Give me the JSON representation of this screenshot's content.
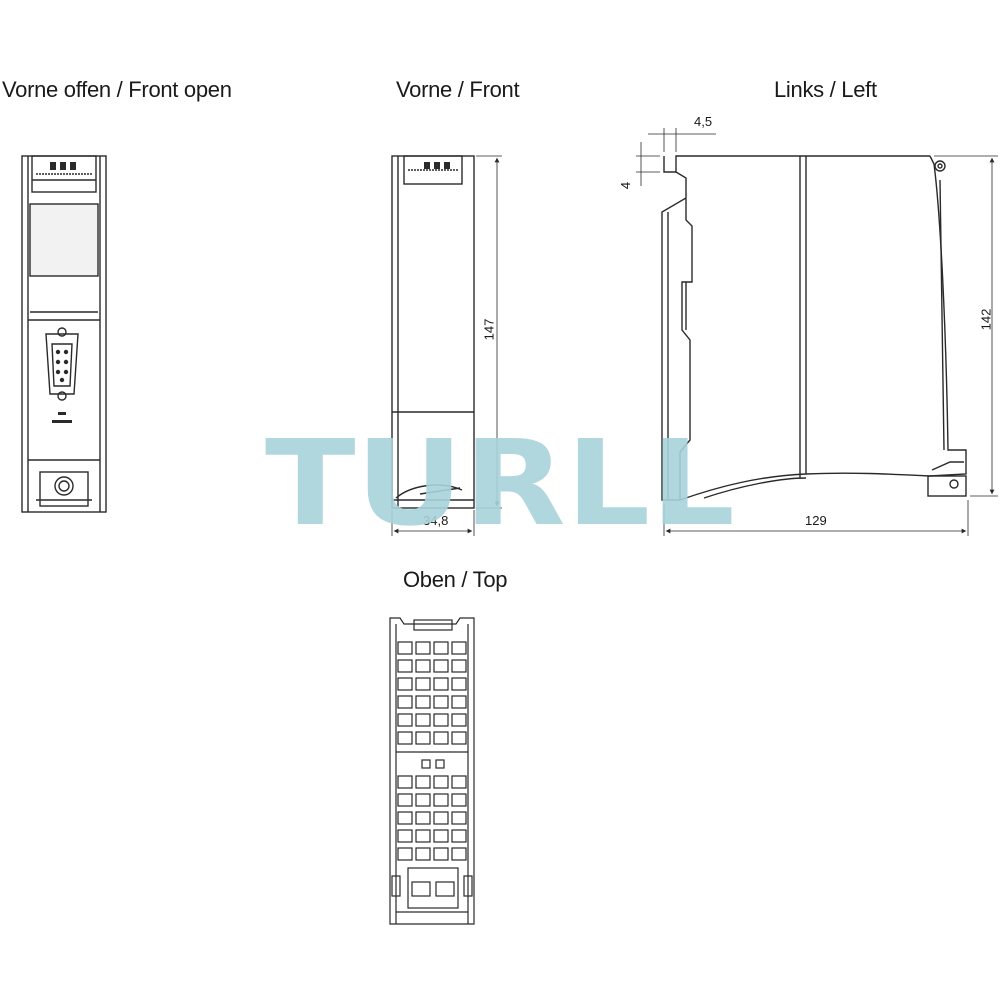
{
  "views": {
    "front_open": {
      "title": "Vorne offen / Front open"
    },
    "front": {
      "title": "Vorne / Front"
    },
    "left": {
      "title": "Links / Left"
    },
    "top": {
      "title": "Oben / Top"
    }
  },
  "dimensions": {
    "front_height": "147",
    "front_width": "34,8",
    "left_depth": "129",
    "left_height": "142",
    "left_top_offset": "4,5",
    "left_top_gap": "4"
  },
  "watermark": {
    "text": "TURLL",
    "color": "#a9d3da"
  },
  "colors": {
    "line": "#2a2a2a",
    "screen": "#f2f2f2"
  }
}
